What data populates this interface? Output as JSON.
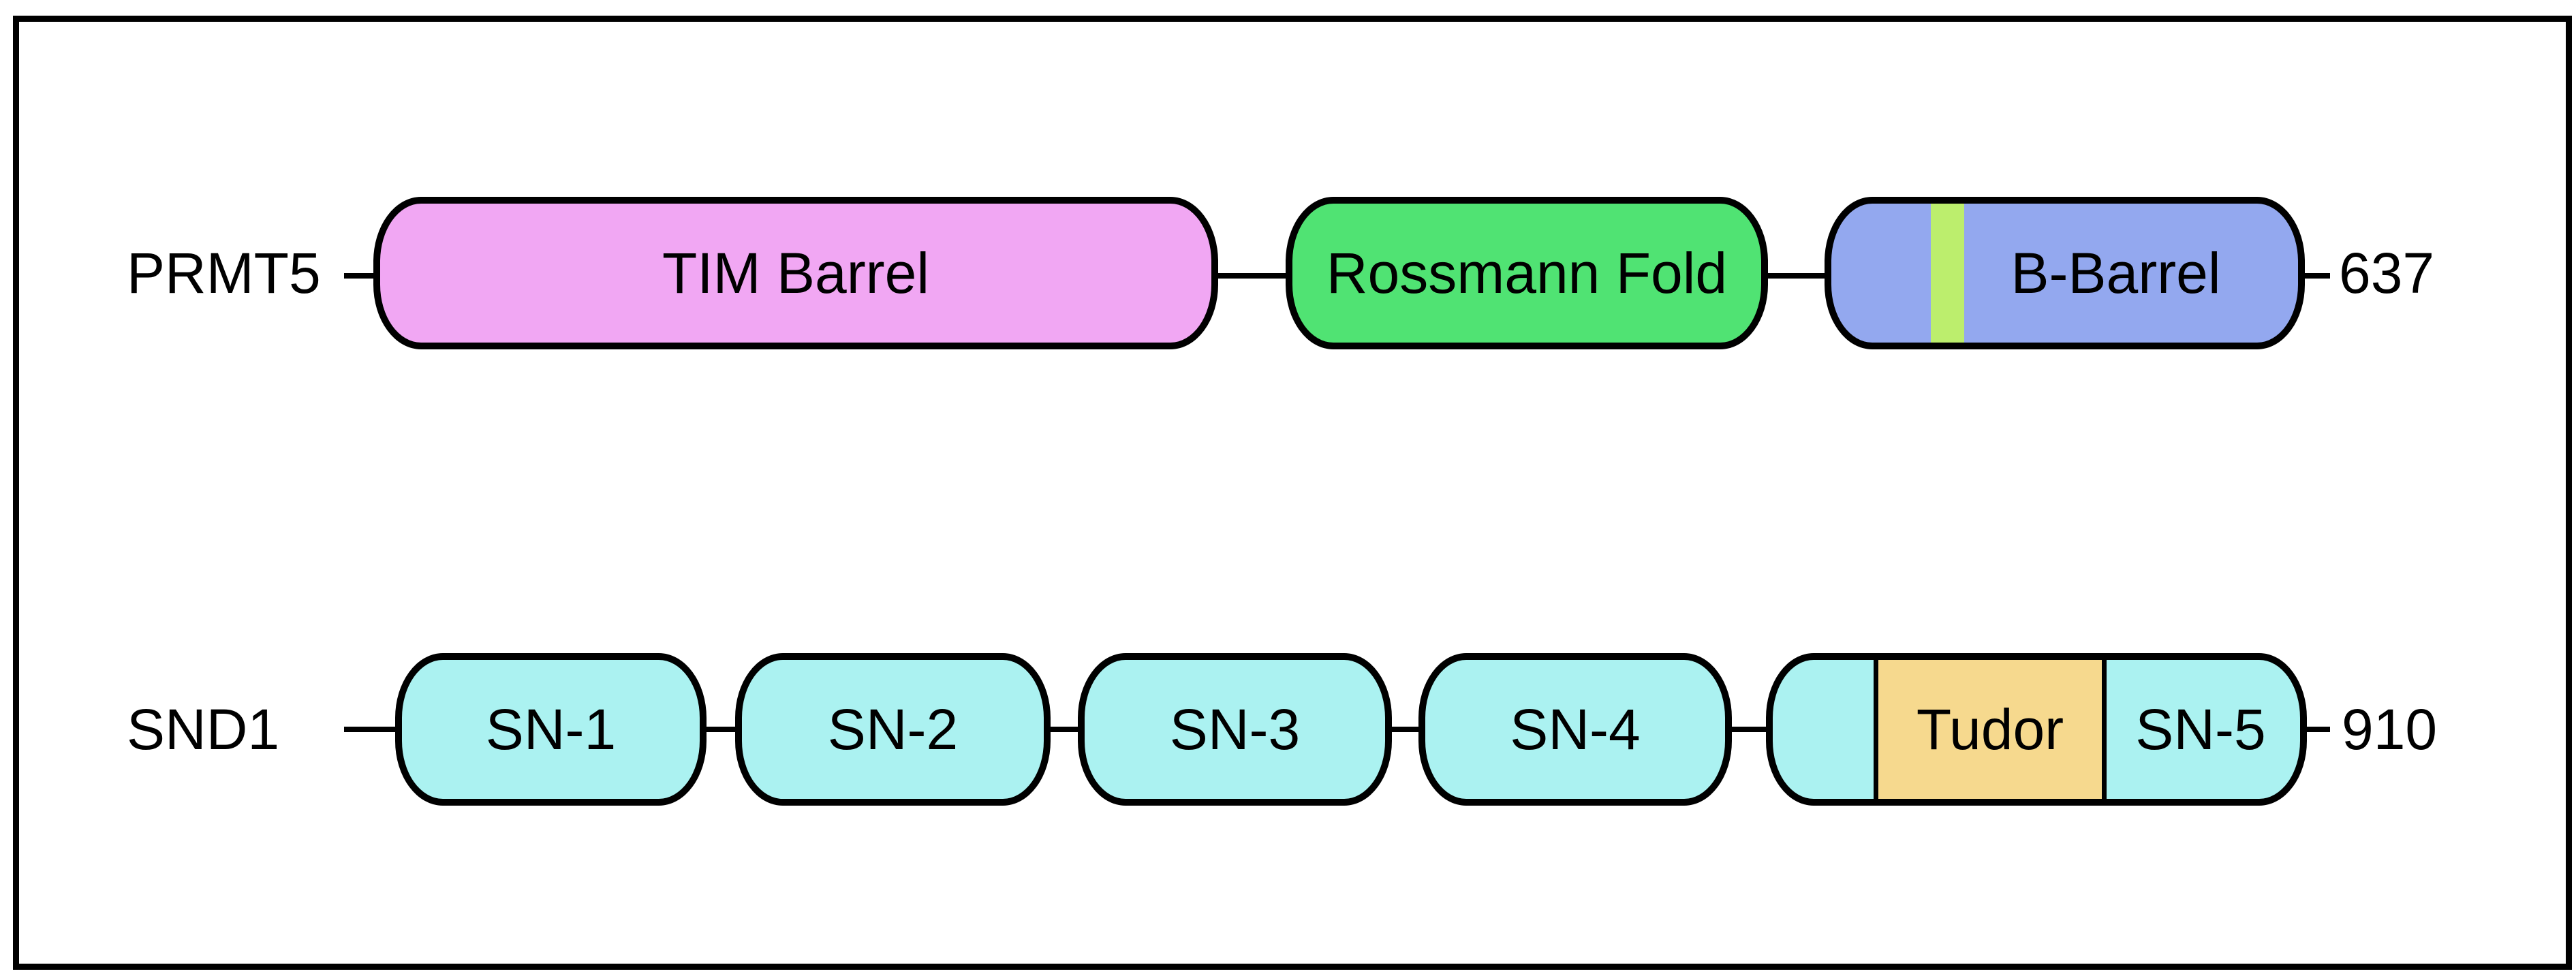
{
  "diagram": {
    "colors": {
      "background": "#ffffff",
      "outline": "#000000",
      "tim_barrel": "#F1A7F3",
      "rossmann_fold": "#50E373",
      "b_barrel": "#93A8EF",
      "b_barrel_stripe": "#BCEE6D",
      "sn_domain": "#ABF2F1",
      "tudor": "#F6D98E"
    },
    "proteins": [
      {
        "name": "PRMT5",
        "length": "637",
        "domains": [
          {
            "label": "TIM Barrel"
          },
          {
            "label": "Rossmann Fold"
          },
          {
            "label": "B-Barrel",
            "stripe": "lime-green vertical band near left end"
          }
        ]
      },
      {
        "name": "SND1",
        "length": "910",
        "domains": [
          {
            "label": "SN-1"
          },
          {
            "label": "SN-2"
          },
          {
            "label": "SN-3"
          },
          {
            "label": "SN-4"
          },
          {
            "tudor_label": "Tudor",
            "sn5_label": "SN-5"
          }
        ]
      }
    ]
  }
}
